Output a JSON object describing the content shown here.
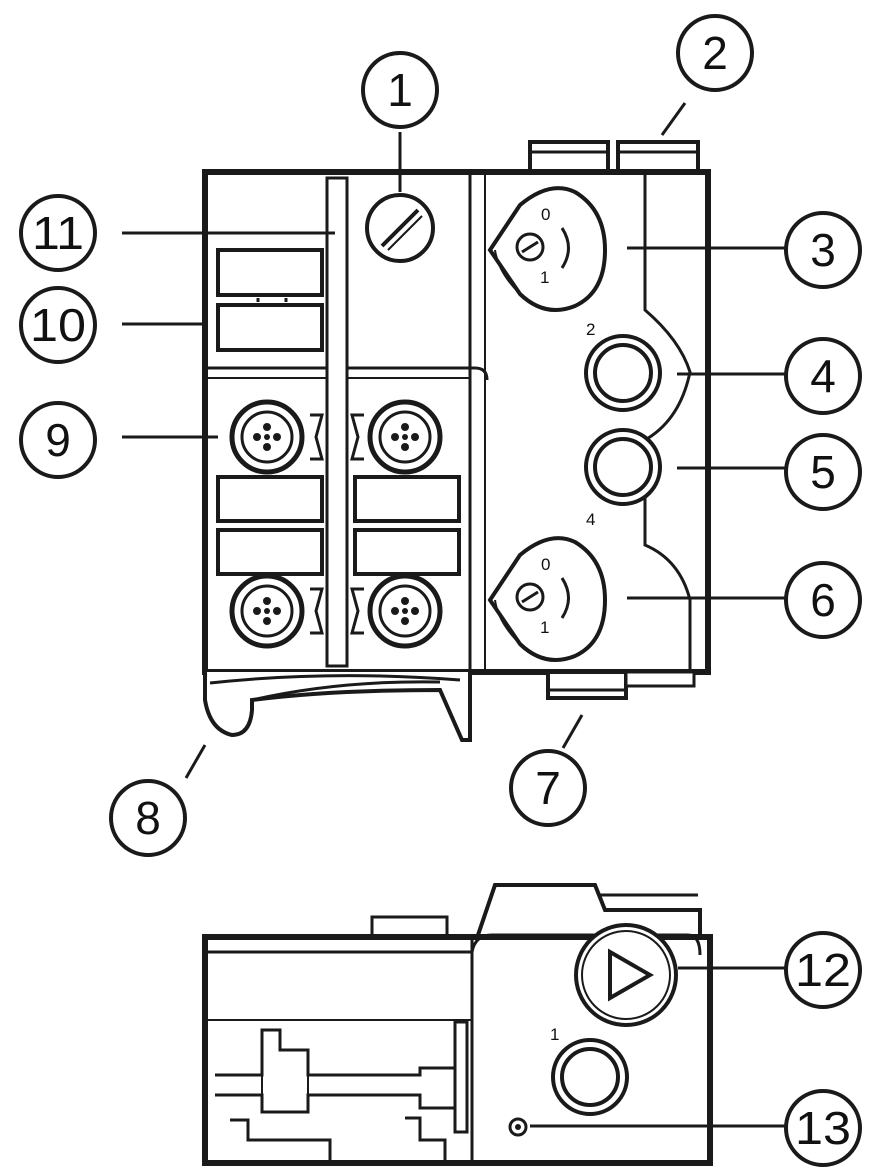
{
  "callouts": [
    {
      "id": "1",
      "text": "1"
    },
    {
      "id": "2",
      "text": "2"
    },
    {
      "id": "3",
      "text": "3"
    },
    {
      "id": "4",
      "text": "4"
    },
    {
      "id": "5",
      "text": "5"
    },
    {
      "id": "6",
      "text": "6"
    },
    {
      "id": "7",
      "text": "7"
    },
    {
      "id": "8",
      "text": "8"
    },
    {
      "id": "9",
      "text": "9"
    },
    {
      "id": "10",
      "text": "10"
    },
    {
      "id": "11",
      "text": "11"
    },
    {
      "id": "12",
      "text": "12"
    },
    {
      "id": "13",
      "text": "13"
    }
  ],
  "labels": {
    "upper_override_off": "0",
    "upper_override_on": "1",
    "port_2": "2",
    "port_4": "4",
    "lower_override_off": "0",
    "lower_override_on": "1",
    "port_1": "1"
  }
}
